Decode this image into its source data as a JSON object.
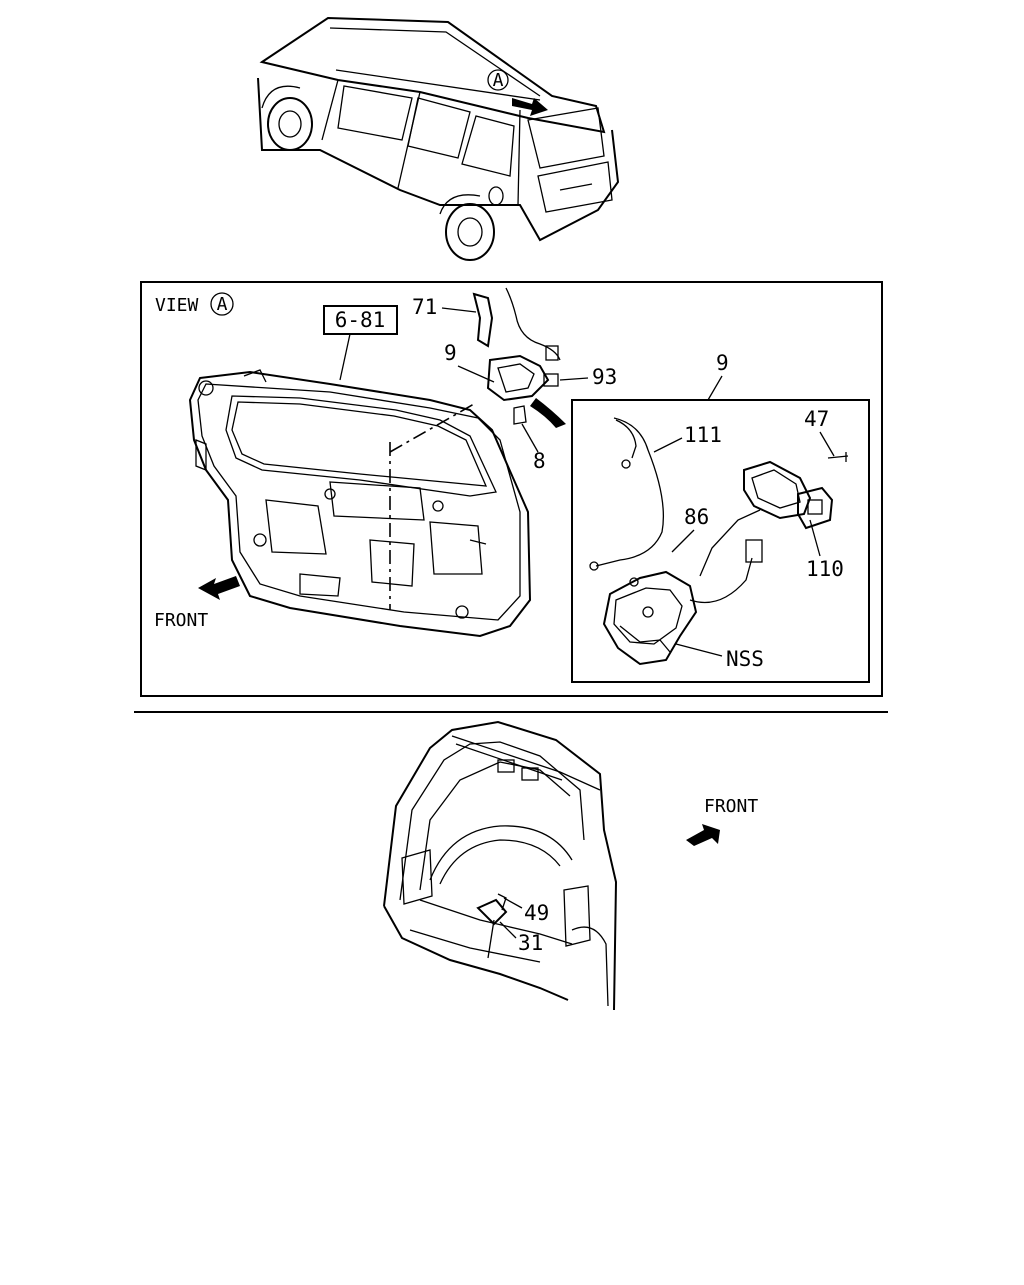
{
  "vehicle_view": {
    "marker": "A"
  },
  "view_panel": {
    "view_title": "VIEW",
    "view_marker": "A",
    "ref_box": "6-81",
    "front_label": "FRONT",
    "callouts": {
      "p71": "71",
      "p9_main": "9",
      "p93": "93",
      "p8": "8"
    }
  },
  "detail_panel": {
    "header": "9",
    "callouts": {
      "p111": "111",
      "p47": "47",
      "p86": "86",
      "p110": "110",
      "nss": "NSS"
    }
  },
  "cargo_view": {
    "front_label": "FRONT",
    "callouts": {
      "p49": "49",
      "p31": "31"
    }
  }
}
